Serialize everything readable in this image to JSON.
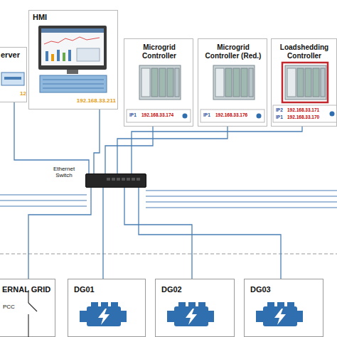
{
  "diagram": {
    "nodes": [
      {
        "text": [
          "erver",
          "12"
        ]
      },
      {
        "text": [
          "HMI",
          "192.168.33.211"
        ]
      },
      {
        "text": [
          "Microgrid Controller",
          "IP1",
          "192.168.33.174"
        ]
      },
      {
        "text": [
          "Microgrid Controller (Red.)",
          "IP1",
          "192.168.33.176"
        ]
      },
      {
        "text": [
          "Loadshedding Controller",
          "IP2",
          "192.168.33.171",
          "IP1",
          "192.168.33.170"
        ]
      },
      {
        "text": [
          "Ethernet Switch"
        ]
      },
      {
        "text": [
          "ERNAL GRID",
          "PCC"
        ]
      },
      {
        "text": [
          "DG01"
        ]
      },
      {
        "text": [
          "DG02"
        ]
      },
      {
        "text": [
          "DG03"
        ]
      }
    ],
    "edges": [
      {
        "from": 0,
        "to": 5,
        "arrow": "none"
      },
      {
        "from": 1,
        "to": 5,
        "arrow": "none"
      },
      {
        "from": 2,
        "to": 5,
        "arrow": "none"
      },
      {
        "from": 3,
        "to": 5,
        "arrow": "none"
      },
      {
        "from": 4,
        "to": 5,
        "arrow": "none"
      },
      {
        "from": 5,
        "to": 6,
        "arrow": "none"
      },
      {
        "from": 5,
        "to": 7,
        "arrow": "none"
      },
      {
        "from": 5,
        "to": 8,
        "arrow": "none"
      },
      {
        "from": 5,
        "to": 9,
        "arrow": "none"
      }
    ]
  }
}
